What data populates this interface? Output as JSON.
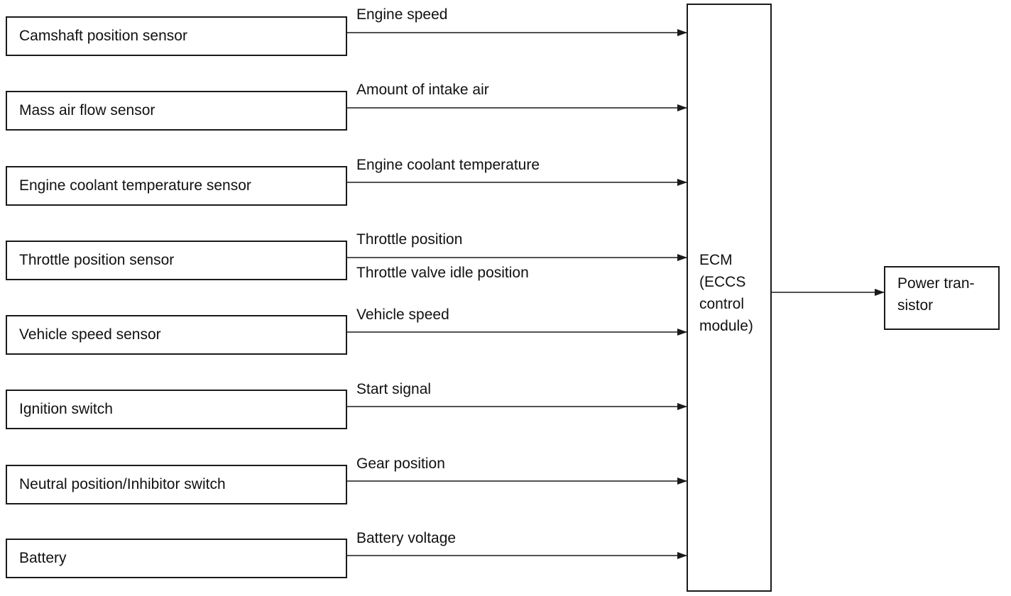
{
  "inputs": [
    {
      "name": "camshaft-position-sensor",
      "label": "Camshaft position sensor",
      "signals": [
        "Engine speed"
      ]
    },
    {
      "name": "mass-air-flow-sensor",
      "label": "Mass air flow sensor",
      "signals": [
        "Amount of intake air"
      ]
    },
    {
      "name": "engine-coolant-temperature-sensor",
      "label": "Engine coolant temperature sensor",
      "signals": [
        "Engine coolant temperature"
      ]
    },
    {
      "name": "throttle-position-sensor",
      "label": "Throttle position sensor",
      "signals": [
        "Throttle position",
        "Throttle valve idle position"
      ]
    },
    {
      "name": "vehicle-speed-sensor",
      "label": "Vehicle speed sensor",
      "signals": [
        "Vehicle speed"
      ]
    },
    {
      "name": "ignition-switch",
      "label": "Ignition switch",
      "signals": [
        "Start signal"
      ]
    },
    {
      "name": "neutral-position-inhibitor-switch",
      "label": "Neutral position/Inhibitor switch",
      "signals": [
        "Gear position"
      ]
    },
    {
      "name": "battery",
      "label": "Battery",
      "signals": [
        "Battery voltage"
      ]
    }
  ],
  "ecm": {
    "label": "ECM\n(ECCS\ncontrol\nmodule)"
  },
  "output": {
    "label": "Power tran-\nsistor"
  }
}
